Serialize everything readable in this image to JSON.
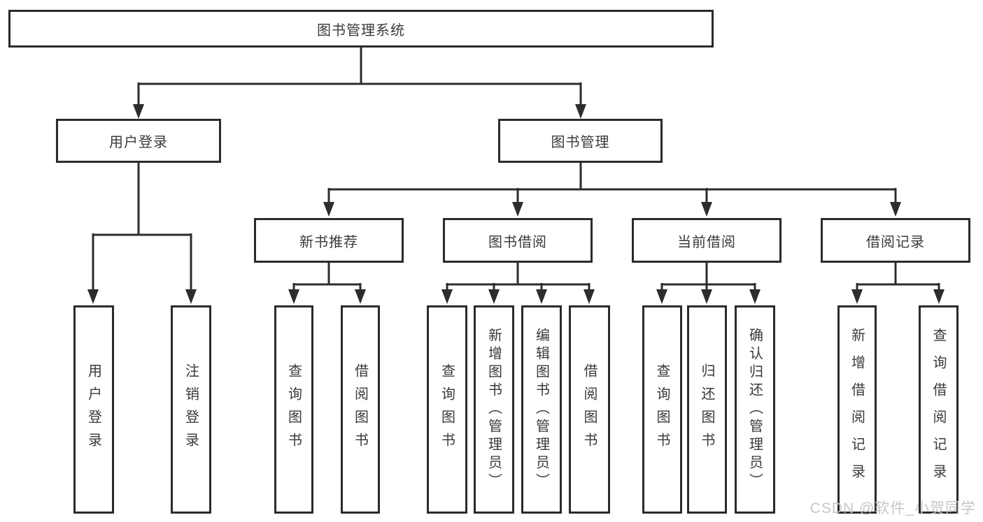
{
  "diagram": {
    "title": "图书管理系统",
    "type": "function-structure-tree",
    "colors": {
      "line": "#2d2d2d",
      "border": "#2b2b2b",
      "text": "#3a3a3a",
      "background": "#ffffff",
      "watermark": "#c7c7c7"
    },
    "tree": {
      "label": "图书管理系统",
      "children": [
        {
          "label": "用户登录",
          "children": [
            {
              "label": "用户登录"
            },
            {
              "label": "注销登录"
            }
          ]
        },
        {
          "label": "图书管理",
          "children": [
            {
              "label": "新书推荐",
              "children": [
                {
                  "label": "查询图书"
                },
                {
                  "label": "借阅图书"
                }
              ]
            },
            {
              "label": "图书借阅",
              "children": [
                {
                  "label": "查询图书"
                },
                {
                  "label": "新增图书（管理员）"
                },
                {
                  "label": "编辑图书（管理员）"
                },
                {
                  "label": "借阅图书"
                }
              ]
            },
            {
              "label": "当前借阅",
              "children": [
                {
                  "label": "查询图书"
                },
                {
                  "label": "归还图书"
                },
                {
                  "label": "确认归还（管理员）"
                }
              ]
            },
            {
              "label": "借阅记录",
              "children": [
                {
                  "label": "新增借阅记录"
                },
                {
                  "label": "查询借阅记录"
                }
              ]
            }
          ]
        }
      ]
    },
    "watermark": {
      "text": "CSDN @软件_小贺同学"
    }
  }
}
